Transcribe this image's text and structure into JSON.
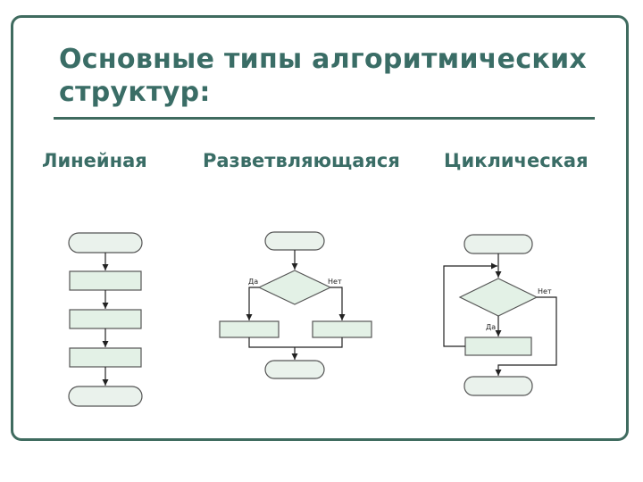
{
  "slide": {
    "title": "Основные типы алгоритмических структур:"
  },
  "columns": {
    "linear": "Линейная",
    "branching": "Разветвляющаяся",
    "cyclic": "Циклическая"
  },
  "diagram_labels": {
    "branch_yes": "Да",
    "branch_no": "Нет",
    "cycle_no": "Нет",
    "cycle_yes": "Да"
  },
  "colors": {
    "accent": "#3a6d66",
    "frame": "#3f6b5f",
    "block_fill": "#e3f1e6"
  }
}
